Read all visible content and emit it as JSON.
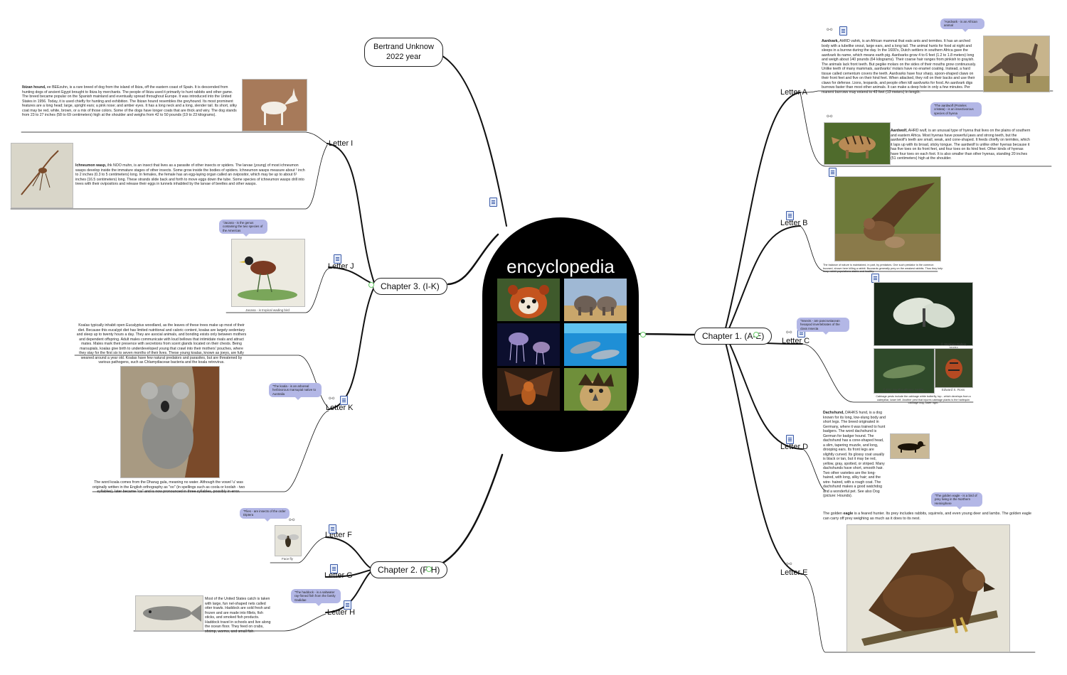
{
  "center": {
    "title": "encyclopedia"
  },
  "top_note": {
    "line1": "Bertrand Unknow",
    "line2": "2022 year"
  },
  "chapters": {
    "ch1": "Chapter 1. (A-E)",
    "ch2": "Chapter 2. (F-H)",
    "ch3": "Chapter 3. (I-K)"
  },
  "letters": {
    "A": "Letter A",
    "B": "Letter B",
    "C": "Letter C",
    "D": "Letter D",
    "E": "Letter E",
    "F": "Letter F",
    "G": "Letter G",
    "H": "Letter H",
    "I": "Letter I",
    "J": "Letter J",
    "K": "Letter K"
  },
  "notes": {
    "aardvark_title": "Aardvark,",
    "aardvark_text": " AHRD vahrk, is an African mammal that eats ants and termites. It has an arched body with a tubelike snout, large ears, and a long tail. The animal hunts for food at night and sleeps in a burrow during the day. In the 1600's, Dutch settlers in southern Africa gave the aardvark its name, which means earth pig. Aardvarks grow 4 to 6 feet (1.2 to 1.8 meters) long and weigh about 140 pounds (64 kilograms). Their coarse hair ranges from pinkish to grayish. The animals lack front teeth. But pegike molars on the sides of their mouths grow continuously. Unlike teeth of many mammals, aardvarks' molars have no enamel coating. Instead, a hard tissue called cementum covers the teeth. Aardvarks have four sharp, spoon-shaped claws on their front feet and five on their hind feet. When attacked, they roll on their backs and use their claws for defense. Lions, leopards, and people often kill aardvarks for food. An aardvark digs burrows faster than most other animals. It can make a deep hole in only a few minutes. Per manent burrows may extend to 43 feet (13 meters) in length.",
    "aardvark_bubble": "\"Aardvark - is an African animal",
    "aardwolf_title": "Aardwolf,",
    "aardwolf_text": " AHRD wulf, is an unusual type of hyena that lives on the plains of southern and eastern Africa. Most hyenas have powerful jaws and strong teeth, but the aardwolf's teeth are small, weak, and cone-shaped. It feeds chiefly on termites, which it laps up with its broad, sticky tongue. The aardwolf is unlike other hyenas because it has five toes on its front feet, and four toes on its hind feet. Other kinds of hyenas have four toes on each foot. It is also smaller than other hyenas, standing 20 inches (51 centimeters) high at the shoulder.",
    "aardwolf_bubble": "\"The aardwolf (Proteles cristata) - is an insectivorous species of hyena",
    "buzzard_caption": "The balance of nature is maintained, in part, by predators. One such predator is the common buzzard, shown here killing a rabbit. Buzzards generally prey on the weakest rabbits. Thus they help keep rabbit populations stable and healthy.",
    "insects_bubble": "\"Insects - are pancrustacean hexapod invertebrates of the class Insecta",
    "butterfly_caption": "Cabbage pests include the cabbage white butterfly, top - which develops from a caterpillar, lower left. Another pest that injures cabbage plants is the harlequin cabbage bug, lower right.",
    "butterfly_credit1": "© Stephen Dalton, NHPA",
    "butterfly_credit2": "© Eric Soothoudinger, NHPA",
    "butterfly_credit3": "Edward S. Ross",
    "dachshund_title": "Dachshund,",
    "dachshund_text": " DAHKS hund, is a dog known for its long, low-slung body and short legs. The breed originated in Germany, where it was trained to hunt badgers. The word dachshund is German for badger hound. The dachshund has a cone-shaped head, a slim, tapering muzzle, and long, drooping ears. Its front legs are slightly curved. Its glossy coat usually is black or tan, but it may be red, yellow, gray, spotted, or striped. Many dachshunds have short, smooth hair. Two other varieties are the long-haired, with long, silky hair; and the wire- haired, with a rough coat. The dachshund makes a good watchdog and a wonderful pet. See also Dog (picture: Hounds).",
    "eagle_bubble": "\"The golden eagle - is a bird of prey living in the Northern Hemisphere",
    "eagle_pre": "The golden ",
    "eagle_bold": "eagle",
    "eagle_text": " is a feared hunter. Its prey includes rabbits, squirrels, and even young deer and lambs. The golden eagle can carry off prey weighing as much as it does to its nest.",
    "ibizan_title": "Ibizan hound,",
    "ibizan_text": " ee BEEzuhn, is a rare breed of dog from the island of Ibiza, off the eastern coast of Spain. It is descended from hunting dogs of ancient Egypt brought to Ibiza by merchants. The people of Ibiza used it primarily to hunt rabbits and other game. The breed became popular on the Spanish mainland and eventually spread throughout Europe. It was introduced into the United States in 1956. Today, it is used chiefly for hunting and exhibition. The Ibizan hound resembles the greyhound. Its most prominent features are a long head; large, upright ears; a pink nose; and amber eyes. It has a long neck and a long, slender tail. Its short, silky coat may be red, white, brown, or a mix of those colors. Some of the dogs have longer coats that are thick and wiry. The dog stands from 23 to 27 inches (58 to 69 centimeters) high at the shoulder and weighs from 42 to 50 pounds (19 to 23 kilograms).",
    "wasp_title": "Ichneumon wasp,",
    "wasp_text": " ihk NOO muhn, is an insect that lives as a parasite of other insects or spiders. The larvae (young) of most ichneumon wasps develop inside the immature stages of other insects. Some grow inside the bodies of spiders. Ichneumon wasps measure about ¹ inch to 2 inches (0.3 to 5 centimeters) long. In females, the female has an egg-laying organ called an ovipositor, which may be up to about 6¹ inches (16.5 centimeters) long. These strands slide back and forth to move eggs down the tube. Some species of ichneumon wasps drill into trees with their ovipositors and release their eggs in tunnels inhabited by the larvae of beetles and other wasps.",
    "jacana_bubble": "\"Jacana - is the genus containing the two species of the Americas",
    "jacana_caption": "Jacana - is tropical wading bird",
    "koala_text": "Koalas typically inhabit open Eucalyptus woodland, as the leaves of these trees make up most of their diet. Because this eucalypt diet has limited nutritional and caloric content, koalas are largely sedentary and sleep up to twenty hours a day. They are asocial animals, and bonding exists only between mothers and dependent offspring. Adult males communicate with loud bellows that intimidate rivals and attract mates. Males mark their presence with secretions from scent glands located on their chests. Being marsupials, koalas give birth to underdeveloped young that crawl into their mothers' pouches, where they stay for the first six to seven months of their lives. These young koalas, known as joeys, are fully weaned around a year old. Koalas have few natural predators and parasites, but are threatened by various pathogens, such as Chlamydiaceae bacteria and the koala retrovirus.",
    "koala_bubble": "\"The koala - is an arboreal herbivorous marsupial native to Australia",
    "koala_caption": "The word koala comes from the Dharug gula, meaning no water. Although the vowel 'u' was originally written in the English orthography as \"oo\" (in spellings such as coola or koolah - two syllables), later became \"ca\" and is now pronounced in three syllables, possibly in error.",
    "flies_bubble": "\"Flies - are insects of the order Diptera",
    "flies_caption": "Face fly",
    "haddock_bubble": "\"The haddock - is a saltwater ray-finned fish from the family Gadidae",
    "haddock_text": "Most of the United States catch is taken with large, fun nel-shaped nets called otter trawls. Haddock are sold fresh and frozen and are made into fillets, fish sticks, and smoked fish products. Haddock travel in schools and live along the ocean floor. They feed on crabs, shrimp, worms, and small fish."
  },
  "colors": {
    "line": "#111111",
    "bubble": "#b3b7e6",
    "center": "#000000",
    "anchor": "#66cc66"
  }
}
